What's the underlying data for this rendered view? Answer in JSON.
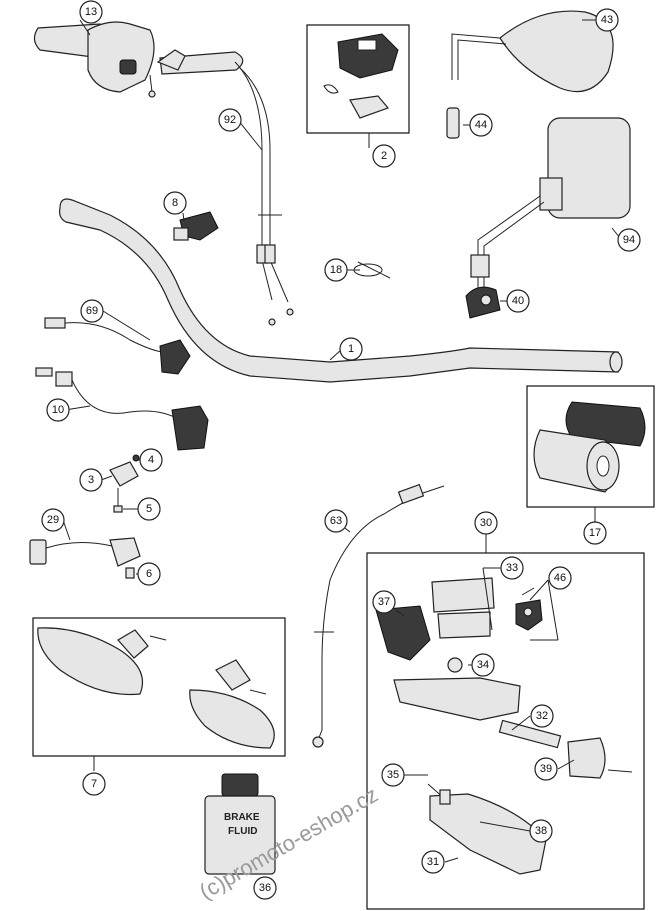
{
  "callouts": [
    {
      "id": "c13",
      "label": "13"
    },
    {
      "id": "c92",
      "label": "92"
    },
    {
      "id": "c2",
      "label": "2"
    },
    {
      "id": "c43",
      "label": "43"
    },
    {
      "id": "c44",
      "label": "44"
    },
    {
      "id": "c94",
      "label": "94"
    },
    {
      "id": "c8",
      "label": "8"
    },
    {
      "id": "c18",
      "label": "18"
    },
    {
      "id": "c40",
      "label": "40"
    },
    {
      "id": "c69",
      "label": "69"
    },
    {
      "id": "c1",
      "label": "1"
    },
    {
      "id": "c10",
      "label": "10"
    },
    {
      "id": "c4",
      "label": "4"
    },
    {
      "id": "c3",
      "label": "3"
    },
    {
      "id": "c5",
      "label": "5"
    },
    {
      "id": "c17",
      "label": "17"
    },
    {
      "id": "c29",
      "label": "29"
    },
    {
      "id": "c6",
      "label": "6"
    },
    {
      "id": "c63",
      "label": "63"
    },
    {
      "id": "c30",
      "label": "30"
    },
    {
      "id": "c33",
      "label": "33"
    },
    {
      "id": "c46",
      "label": "46"
    },
    {
      "id": "c37",
      "label": "37"
    },
    {
      "id": "c34",
      "label": "34"
    },
    {
      "id": "c7",
      "label": "7"
    },
    {
      "id": "c32",
      "label": "32"
    },
    {
      "id": "c39",
      "label": "39"
    },
    {
      "id": "c35",
      "label": "35"
    },
    {
      "id": "c38",
      "label": "38"
    },
    {
      "id": "c31",
      "label": "31"
    },
    {
      "id": "c36",
      "label": "36"
    }
  ],
  "brake_fluid": {
    "line1": "BRAKE",
    "line2": "FLUID"
  },
  "watermark": "(c)promoto-eshop.cz"
}
